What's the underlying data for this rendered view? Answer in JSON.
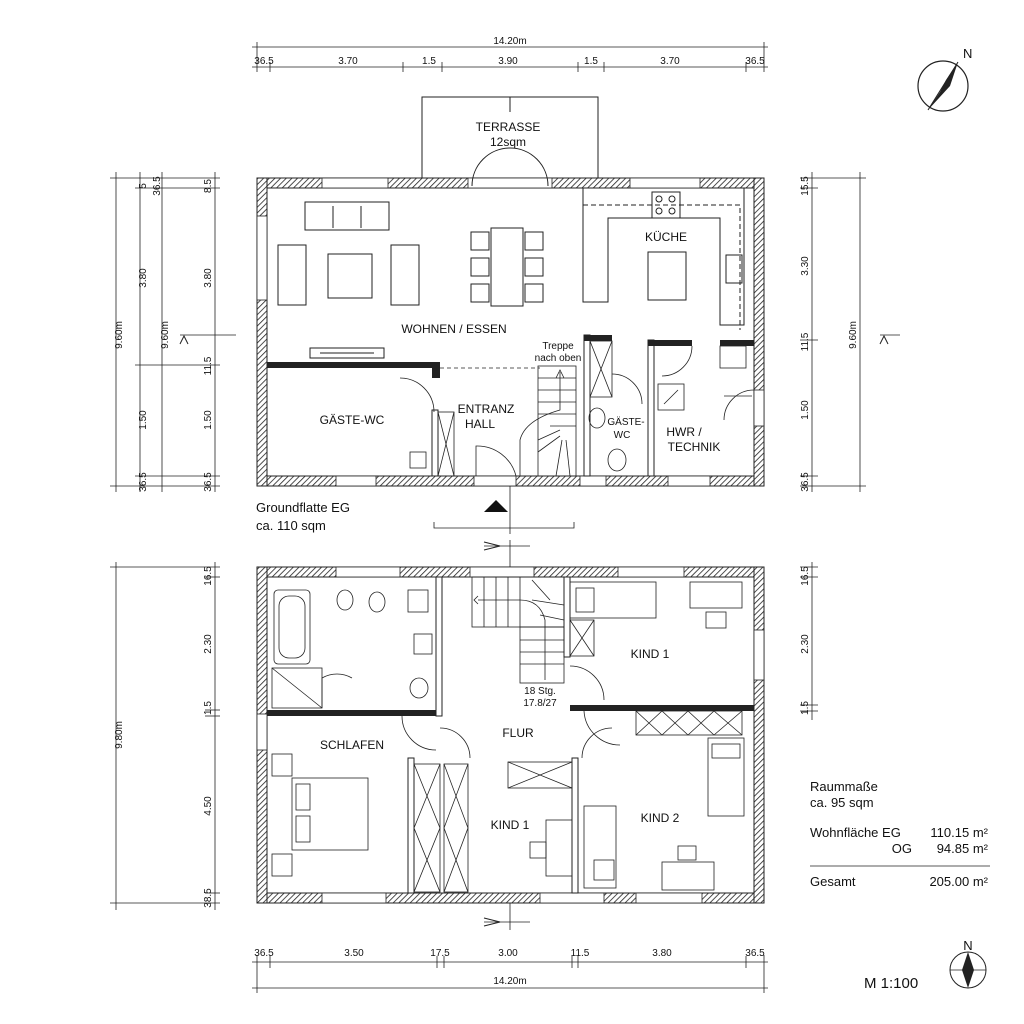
{
  "dimensions": {
    "top_total": "14.20m",
    "top_parts": [
      "36.5",
      "3.70",
      "1.5",
      "3.90",
      "1.5",
      "3.70",
      "36.5"
    ],
    "bottom_total": "14.20m",
    "bottom_parts": [
      "36.5",
      "3.50",
      "17.5",
      "3.00",
      "11.5",
      "3.80",
      "36.5"
    ],
    "eg_left_total": "9.60m",
    "eg_left_a": [
      "5",
      "3.80",
      "1.50",
      "36.5"
    ],
    "eg_left_b_total": "9.60m",
    "eg_left_b": [
      "36.5",
      "8.5",
      "3.80",
      "11.5",
      "1.50",
      "36.5"
    ],
    "eg_right": [
      "15.5",
      "3.30",
      "11.5",
      "1.50",
      "36.5"
    ],
    "eg_right_total": "9.60m",
    "og_left_total": "9.80m",
    "og_left": [
      "16.5",
      "2.30",
      "1.5",
      "4.50",
      "38.5"
    ],
    "og_right": [
      "16.5",
      "2.30",
      "1.5"
    ]
  },
  "ground_floor": {
    "terrace": "TERRASSE",
    "terrace_area": "12sqm",
    "living": "WOHNEN / ESSEN",
    "kitchen": "KÜCHE",
    "stairs_line1": "Treppe",
    "stairs_line2": "nach oben",
    "guest_wc_left": "GÄSTE-WC",
    "entrance_line1": "ENTRANZ",
    "entrance_line2": "HALL",
    "guest_wc_right_line1": "GÄSTE-",
    "guest_wc_right_line2": "WC",
    "utility_line1": "HWR /",
    "utility_line2": "TECHNIK",
    "caption_line1": "Groundflatte EG",
    "caption_line2": "ca. 110 sqm"
  },
  "upper_floor": {
    "child1_top": "KIND 1",
    "stairs_note_line1": "18 Stg.",
    "stairs_note_line2": "17.8/27",
    "hall": "FLUR",
    "bedroom": "SCHLAFEN",
    "child1_bottom": "KIND 1",
    "child2": "KIND 2"
  },
  "summary": {
    "title": "Raummaße",
    "subtitle": "ca. 95 sqm",
    "eg_label": "Wohnfläche EG",
    "eg_value": "110.15 m²",
    "og_label": "OG",
    "og_value": "94.85 m²",
    "total_label": "Gesamt",
    "total_value": "205.00 m²"
  },
  "north": "N",
  "scale": "M 1:100"
}
